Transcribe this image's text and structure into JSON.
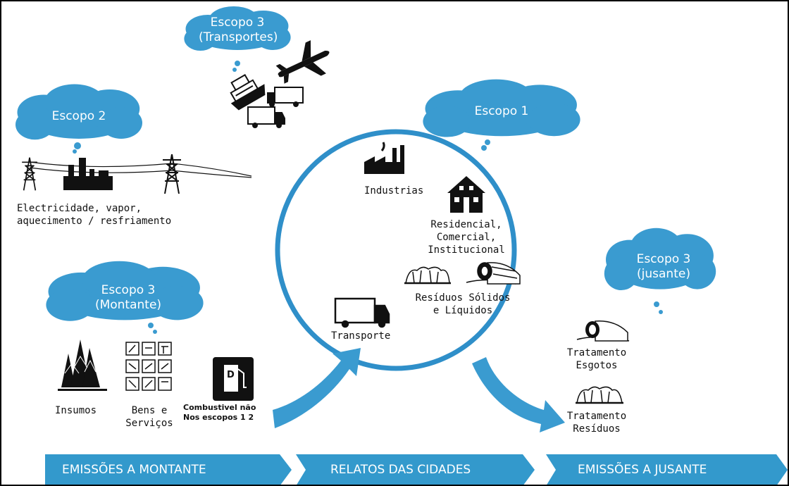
{
  "clouds": {
    "transport": {
      "line1": "Escopo 3",
      "line2": "(Transportes)"
    },
    "scope2": {
      "line1": "Escopo 2"
    },
    "scope1": {
      "line1": "Escopo 1"
    },
    "upstream": {
      "line1": "Escopo 3",
      "line2": "(Montante)"
    },
    "downstream": {
      "line1": "Escopo 3",
      "line2": "(jusante)"
    }
  },
  "labels": {
    "electricity_line1": "Electricidade, vapor,",
    "electricity_line2": "aquecimento / resfriamento",
    "industries": "Industrias",
    "residential_line1": "Residencial,",
    "residential_line2": "Comercial,",
    "residential_line3": "Institucional",
    "waste_line1": "Resíduos Sólidos",
    "waste_line2": "e Líquidos",
    "transport": "Transporte",
    "inputs": "Insumos",
    "goods_line1": "Bens e",
    "goods_line2": "Serviços",
    "fuel_line1": "Combustivel não",
    "fuel_line2": "Nos escopos 1  2",
    "sewage_line1": "Tratamento",
    "sewage_line2": "Esgotos",
    "residue_line1": "Tratamento",
    "residue_line2": "Resíduos"
  },
  "banners": [
    {
      "label": "EMISSÕES A MONTANTE"
    },
    {
      "label": "RELATOS DAS CIDADES"
    },
    {
      "label": "EMISSÕES A JUSANTE"
    }
  ],
  "colors": {
    "accent": "#3399cc",
    "cloud": "#3a9bd0",
    "ink": "#111111"
  },
  "icons": [
    "ship-icon",
    "airplane-icon",
    "truck-icon",
    "power-tower-icon",
    "power-plant-icon",
    "factory-icon",
    "house-icon",
    "landfill-icon",
    "sewage-pipe-icon",
    "forest-icon",
    "goods-grid-icon",
    "fuel-pump-icon"
  ]
}
